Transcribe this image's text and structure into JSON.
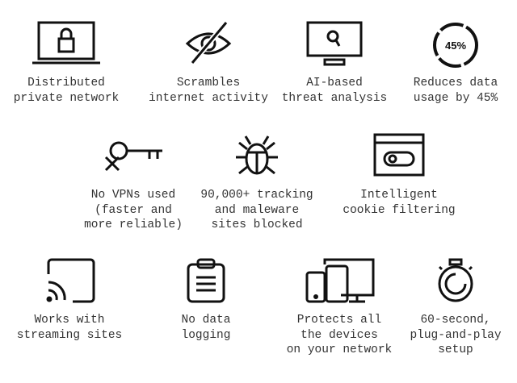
{
  "features": [
    {
      "icon": "laptop-lock-icon",
      "lines": [
        "Distributed",
        "private network"
      ]
    },
    {
      "icon": "eye-slash-icon",
      "lines": [
        "Scrambles",
        "internet activity"
      ]
    },
    {
      "icon": "monitor-search-icon",
      "lines": [
        "AI-based",
        "threat analysis"
      ]
    },
    {
      "icon": "progress-ring-icon",
      "badge": "45%",
      "lines": [
        "Reduces data",
        "usage by 45%"
      ]
    },
    {
      "icon": "key-crossed-icon",
      "lines": [
        "No VPNs used",
        "(faster and",
        "more reliable)"
      ]
    },
    {
      "icon": "bug-icon",
      "lines": [
        "90,000+ tracking",
        "and maleware",
        "sites blocked"
      ]
    },
    {
      "icon": "browser-toggle-icon",
      "lines": [
        "Intelligent",
        "cookie filtering"
      ]
    },
    {
      "icon": "cast-icon",
      "lines": [
        "Works with",
        "streaming sites"
      ]
    },
    {
      "icon": "clipboard-icon",
      "lines": [
        "No data",
        "logging"
      ]
    },
    {
      "icon": "devices-icon",
      "lines": [
        "Protects all",
        "the devices",
        "on your network"
      ]
    },
    {
      "icon": "stopwatch-icon",
      "lines": [
        "60-second,",
        "plug-and-play",
        "setup"
      ]
    }
  ]
}
